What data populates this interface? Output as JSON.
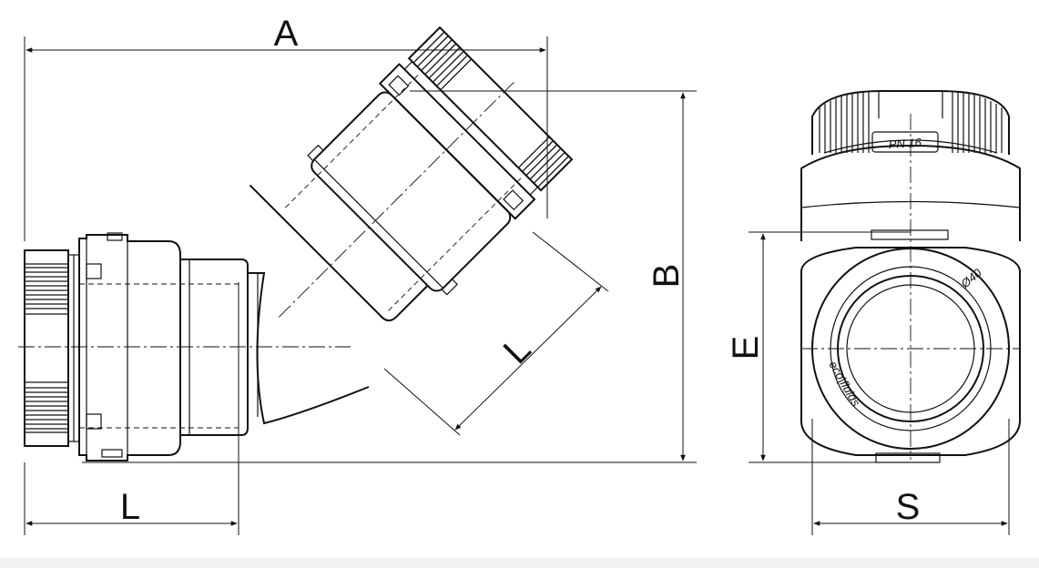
{
  "dimensions": {
    "a": "A",
    "b": "B",
    "l_front": "L",
    "l_angled": "L",
    "e": "E",
    "s": "S"
  },
  "markings": {
    "pressure": "PN 16",
    "diameter": "Ø40",
    "brand": "eco|fluids"
  },
  "colors": {
    "line": "#111111",
    "background": "#ffffff"
  }
}
